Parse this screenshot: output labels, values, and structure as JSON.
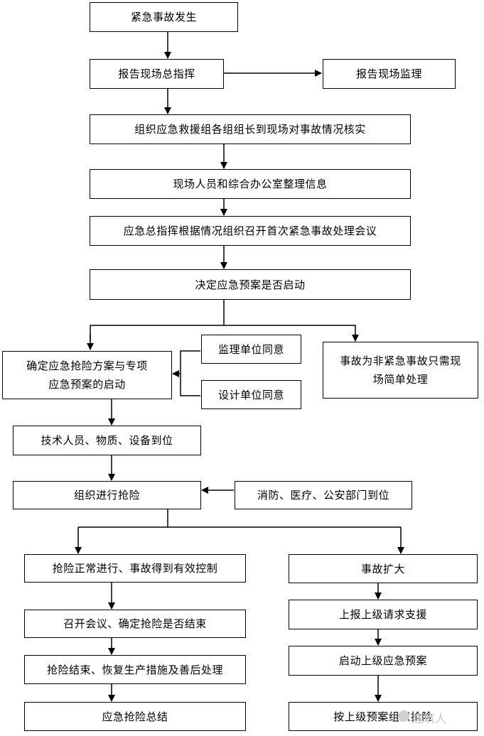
{
  "nodes": {
    "n1": "紧急事故发生",
    "n2": "报告现场总指挥",
    "n3": "报告现场监理",
    "n4": "组织应急救援组各组组长到现场对事故情况核实",
    "n5": "现场人员和综合办公室整理信息",
    "n6": "应急总指挥根据情况组织召开首次紧急事故处理会议",
    "n7": "决定应急预案是否启动",
    "n8a": "确定应急抢险方案与专项",
    "n8b": "应急预案的启动",
    "n9": "监理单位同意",
    "n10": "设计单位同意",
    "n11a": "事故为非紧急事故只需现",
    "n11b": "场简单处理",
    "n12": "技术人员、物质、设备到位",
    "n13": "组织进行抢险",
    "n14": "消防、医疗、公安部门到位",
    "n15": "抢险正常进行、事故得到有效控制",
    "n16": "召开会议、确定抢险是否结束",
    "n17": "抢险结束、恢复生产措施及善后处理",
    "n18": "应急抢险总结",
    "n19": "事故扩大",
    "n20": "上报上级请求支援",
    "n21": "启动上级应急预案",
    "n22": "按上级预案组织抢险"
  },
  "watermark": "建筑人",
  "colors": {
    "line": "#000000",
    "box_border": "#000000",
    "watermark": "#c9c9c9"
  }
}
